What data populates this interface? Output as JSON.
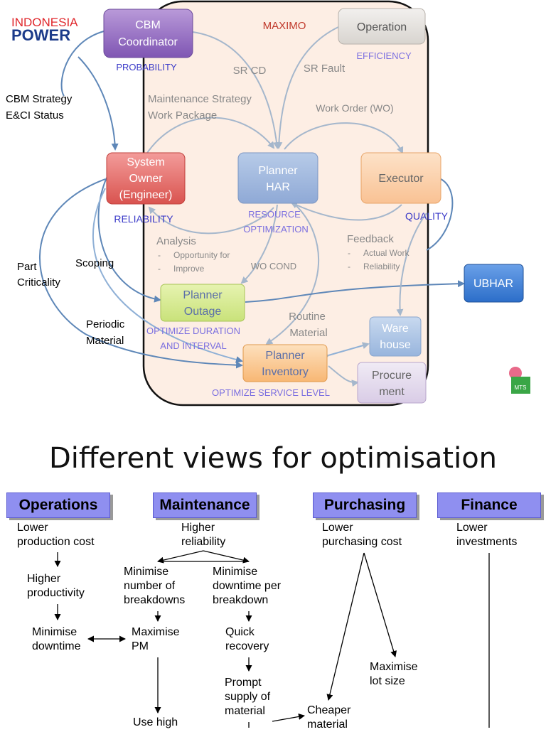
{
  "logo": {
    "line1": "INDONESIA",
    "line2": "POWER"
  },
  "diagram": {
    "maximo_label": "MAXIMO",
    "nodes": {
      "cbm_coordinator": [
        "CBM",
        "Coordinator"
      ],
      "operation": [
        "Operation"
      ],
      "system_owner": [
        "System",
        "Owner",
        "(Engineer)"
      ],
      "planner_har": [
        "Planner",
        "HAR"
      ],
      "executor": [
        "Executor"
      ],
      "ubhar": [
        "UBHAR"
      ],
      "planner_outage": [
        "Planner",
        "Outage"
      ],
      "warehouse": [
        "Ware",
        "house"
      ],
      "planner_inventory": [
        "Planner",
        "Inventory"
      ],
      "procurement": [
        "Procure",
        "ment"
      ]
    },
    "attributes": {
      "probability": "PROBABILITY",
      "efficiency": "EFFICIENCY",
      "reliability": "RELIABILITY",
      "resource_optimization": [
        "RESOURCE",
        "OPTIMIZATION"
      ],
      "quality": "QUALITY",
      "optimize_duration": [
        "OPTIMIZE DURATION",
        "AND INTERVAL"
      ],
      "optimize_service": "OPTIMIZE SERVICE LEVEL"
    },
    "flows": {
      "sr_cd": "SR CD",
      "sr_fault": "SR Fault",
      "maintenance_strategy": [
        "Maintenance Strategy",
        "Work Package"
      ],
      "work_order": "Work Order (WO)",
      "cbm_strategy": [
        "CBM Strategy",
        "E&CI Status"
      ],
      "analysis": "Analysis",
      "analysis_items": [
        "Opportunity for",
        "Improve"
      ],
      "feedback": "Feedback",
      "feedback_items": [
        "Actual Work",
        "Reliability"
      ],
      "wo_cond": "WO COND",
      "part_criticality": [
        "Part",
        "Criticality"
      ],
      "scoping": "Scoping",
      "periodic_material": [
        "Periodic",
        "Material"
      ],
      "routine_material": [
        "Routine",
        "Material"
      ]
    },
    "badge": "MTS"
  },
  "section": {
    "title": "Different views for optimisation",
    "headers": [
      "Operations",
      "Maintenance",
      "Purchasing",
      "Finance"
    ],
    "operations": {
      "step1": [
        "Lower",
        "production cost"
      ],
      "step2": [
        "Higher",
        "productivity"
      ],
      "step3": [
        "Minimise",
        "downtime"
      ]
    },
    "maintenance": {
      "step1": [
        "Higher",
        "reliability"
      ],
      "left1": [
        "Minimise",
        "number of",
        "breakdowns"
      ],
      "right1": [
        "Minimise",
        "downtime per",
        "breakdown"
      ],
      "left2": [
        "Maximise",
        "PM"
      ],
      "right2": [
        "Quick",
        "recovery"
      ],
      "right3": [
        "Prompt",
        "supply of",
        "material"
      ],
      "left3": [
        "Use high"
      ]
    },
    "purchasing": {
      "step1": [
        "Lower",
        "purchasing cost"
      ],
      "lot": [
        "Maximise",
        "lot size"
      ],
      "cheaper": [
        "Cheaper",
        "material"
      ]
    },
    "finance": {
      "step1": [
        "Lower",
        "investments"
      ]
    }
  }
}
